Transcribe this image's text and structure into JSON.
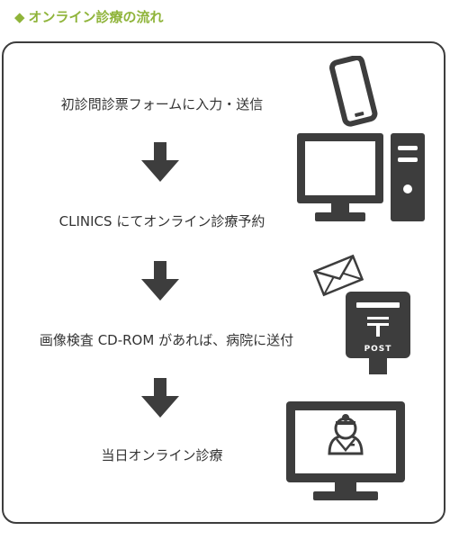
{
  "header": {
    "marker": "◆",
    "title": "オンライン診療の流れ"
  },
  "steps": [
    {
      "label": "初診問診票フォームに入力・送信"
    },
    {
      "label": "CLINICS にてオンライン診療予約"
    },
    {
      "label": "画像検査 CD-ROM があれば、病院に送付"
    },
    {
      "label": "当日オンライン診療"
    }
  ],
  "post_box": {
    "label": "POST"
  },
  "colors": {
    "accent": "#8fb43a",
    "icon": "#3d3d3d",
    "text": "#333333",
    "border": "#3d3d3d"
  },
  "icons": [
    "smartphone-icon",
    "desktop-computer-icon",
    "envelope-icon",
    "post-box-icon",
    "doctor-monitor-icon",
    "down-arrow-icon"
  ]
}
